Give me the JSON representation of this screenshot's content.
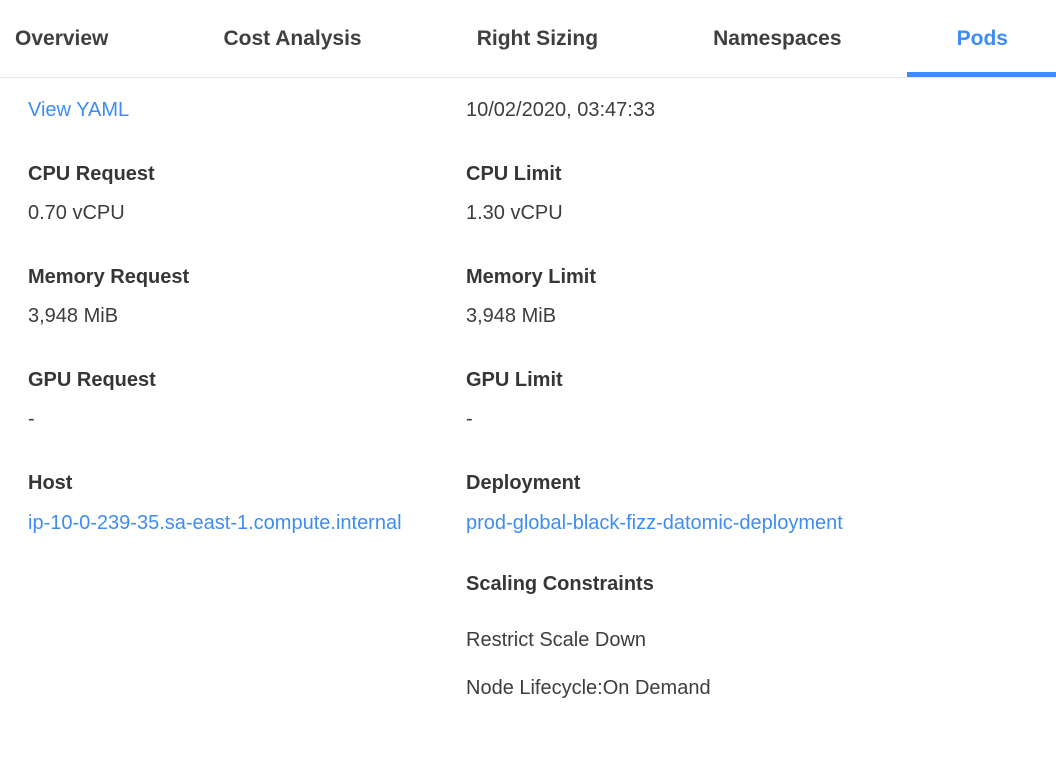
{
  "colors": {
    "accent": "#3d8df5",
    "tab-text": "#3f3f3f",
    "label-text": "#363636",
    "value-text": "#3d3d3d",
    "divider": "#e7e7e7"
  },
  "tabs": [
    {
      "label": "Overview",
      "active": false
    },
    {
      "label": "Cost Analysis",
      "active": false
    },
    {
      "label": "Right Sizing",
      "active": false
    },
    {
      "label": "Namespaces",
      "active": false
    },
    {
      "label": "Pods",
      "active": true
    }
  ],
  "panel": {
    "view_yaml_label": "View YAML",
    "timestamp": "10/02/2020, 03:47:33",
    "fields": {
      "cpu_request": {
        "label": "CPU Request",
        "value": "0.70 vCPU"
      },
      "cpu_limit": {
        "label": "CPU Limit",
        "value": "1.30 vCPU"
      },
      "memory_request": {
        "label": "Memory Request",
        "value": "3,948 MiB"
      },
      "memory_limit": {
        "label": "Memory Limit",
        "value": "3,948 MiB"
      },
      "gpu_request": {
        "label": "GPU Request",
        "value": "-"
      },
      "gpu_limit": {
        "label": "GPU Limit",
        "value": "-"
      },
      "host": {
        "label": "Host",
        "value": "ip-10-0-239-35.sa-east-1.compute.internal"
      },
      "deployment": {
        "label": "Deployment",
        "value": "prod-global-black-fizz-datomic-deployment"
      }
    },
    "scaling_constraints": {
      "title": "Scaling Constraints",
      "items": [
        "Restrict Scale Down",
        "Node Lifecycle:On Demand"
      ]
    }
  }
}
